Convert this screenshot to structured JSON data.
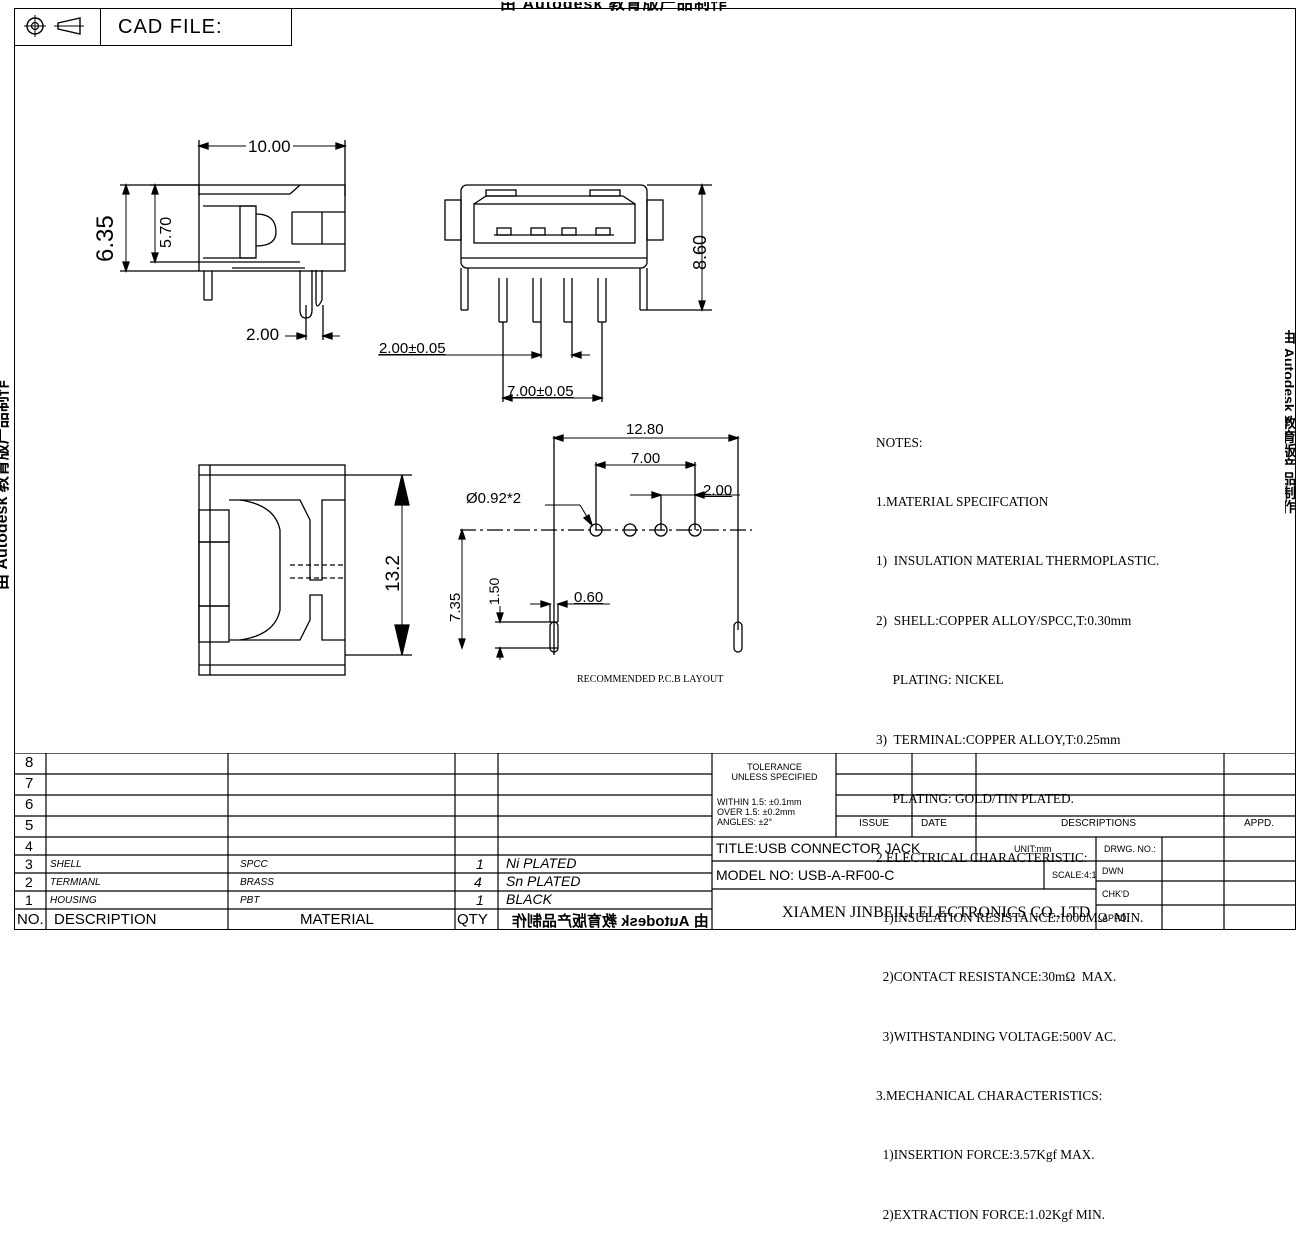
{
  "header": {
    "cad_label": "CAD FILE:",
    "watermark_top": "由 Autodesk 教育版产品制作",
    "watermark_left": "由 Autodesk 教育版产品制作",
    "watermark_right": "由 Autodesk 教育版产品制作"
  },
  "dims": {
    "d_10_00": "10.00",
    "d_6_35": "6.35",
    "d_5_70": "5.70",
    "d_2_00": "2.00",
    "d_8_60": "8.60",
    "d_2_00_tol": "2.00±0.05",
    "d_7_00_tol": "7.00±0.05",
    "d_13_2": "13.2",
    "d_12_80": "12.80",
    "d_7_00": "7.00",
    "d_2_00b": "2.00",
    "d_hole": "Ø0.92*2",
    "d_7_35": "7.35",
    "d_1_50": "1.50",
    "d_0_60": "0.60",
    "pcb_caption": "RECOMMENDED  P.C.B LAYOUT"
  },
  "notes": [
    "NOTES:",
    "1.MATERIAL SPECIFCATION",
    "1)  INSULATION MATERIAL THERMOPLASTIC.",
    "2)  SHELL:COPPER ALLOY/SPCC,T:0.30mm",
    "     PLATING: NICKEL",
    "3)  TERMINAL:COPPER ALLOY,T:0.25mm",
    "     PLATING: GOLD/TIN PLATED.",
    "2.ELECTRICAL CHARACTERISTIC:",
    "  1)INSULATION RESISTANCE:1000MΩ  MIN.",
    "  2)CONTACT RESISTANCE:30mΩ  MAX.",
    "  3)WITHSTANDING VOLTAGE:500V AC.",
    "3.MECHANICAL CHARACTERISTICS:",
    "  1)INSERTION FORCE:3.57Kgf MAX.",
    "  2)EXTRACTION FORCE:1.02Kgf MIN."
  ],
  "bom": {
    "headers": [
      "NO.",
      "DESCRIPTION",
      "MATERIAL",
      "QTY"
    ],
    "rows": [
      {
        "no": "8",
        "desc": "",
        "mat": "",
        "qty": "",
        "rem": ""
      },
      {
        "no": "7",
        "desc": "",
        "mat": "",
        "qty": "",
        "rem": ""
      },
      {
        "no": "6",
        "desc": "",
        "mat": "",
        "qty": "",
        "rem": ""
      },
      {
        "no": "5",
        "desc": "",
        "mat": "",
        "qty": "",
        "rem": ""
      },
      {
        "no": "4",
        "desc": "",
        "mat": "",
        "qty": "",
        "rem": ""
      },
      {
        "no": "3",
        "desc": "SHELL",
        "mat": "SPCC",
        "qty": "1",
        "rem": "Ni  PLATED"
      },
      {
        "no": "2",
        "desc": "TERMIANL",
        "mat": "BRASS",
        "qty": "4",
        "rem": "Sn  PLATED"
      },
      {
        "no": "1",
        "desc": "HOUSING",
        "mat": "PBT",
        "qty": "1",
        "rem": "BLACK"
      }
    ]
  },
  "titleblock": {
    "tol_title": "TOLERANCE\nUNLESS SPECIFIED",
    "tol_within": "WITHIN 1.5: ±0.1mm",
    "tol_over": "OVER 1.5:  ±0.2mm",
    "tol_angles": "ANGLES: ±2°",
    "issue": "ISSUE",
    "date": "DATE",
    "descriptions": "DESCRIPTIONS",
    "appd": "APPD.",
    "title": "TITLE:USB  CONNECTOR  JACK",
    "unit": "UNIT:mm",
    "drwg": "DRWG. NO.:",
    "model": "MODEL  NO: USB-A-RF00-C",
    "scale": "SCALE:4:1",
    "dwn": "DWN",
    "chkd": "CHK'D",
    "appd2": "APPD.",
    "company": "XIAMEN JINBEILI  ELECTRONICS CO.,LTD",
    "watermark_bottom": "由 Autodesk 教育版产品制作"
  }
}
